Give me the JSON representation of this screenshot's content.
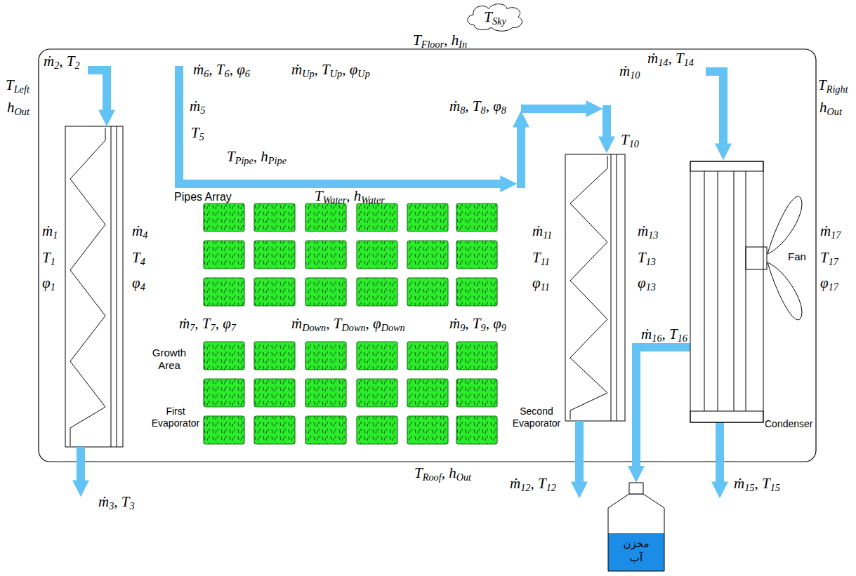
{
  "diagram": {
    "nodes": [
      {
        "text": [
          "TSky"
        ]
      },
      {
        "text": [
          "Condenser"
        ]
      },
      {
        "text": [
          "Fan"
        ]
      },
      {
        "text": [
          "مخزن آب"
        ]
      }
    ],
    "edges": [
      {
        "from": 1,
        "to": 3,
        "arrow": "to",
        "label": "ṁ16, T16"
      }
    ],
    "labels": [
      "ṁ2, T2",
      "TLeft",
      "hOut",
      "ṁ5",
      "T5",
      "ṁ6, T6, φ6",
      "ṁUp, TUp, φUp",
      "TFloor, hIn",
      "ṁ8, T8, φ8",
      "ṁ10",
      "T10",
      "ṁ14, T14",
      "TRight",
      "hOut",
      "TPipe, hPipe",
      "Pipes Array",
      "TWater, hWater",
      "ṁ1",
      "T1",
      "φ1",
      "ṁ4",
      "T4",
      "φ4",
      "ṁ7, T7, φ7",
      "ṁDown, TDown, φDown",
      "ṁ9, T9, φ9",
      "ṁ11",
      "T11",
      "φ11",
      "ṁ13",
      "T13",
      "φ13",
      "ṁ17",
      "T17",
      "φ17",
      "Growth Area",
      "First Evaporator",
      "Second Evaporator",
      "TRoof, hOut",
      "ṁ12, T12",
      "ṁ3, T3",
      "ṁ15, T15"
    ]
  }
}
